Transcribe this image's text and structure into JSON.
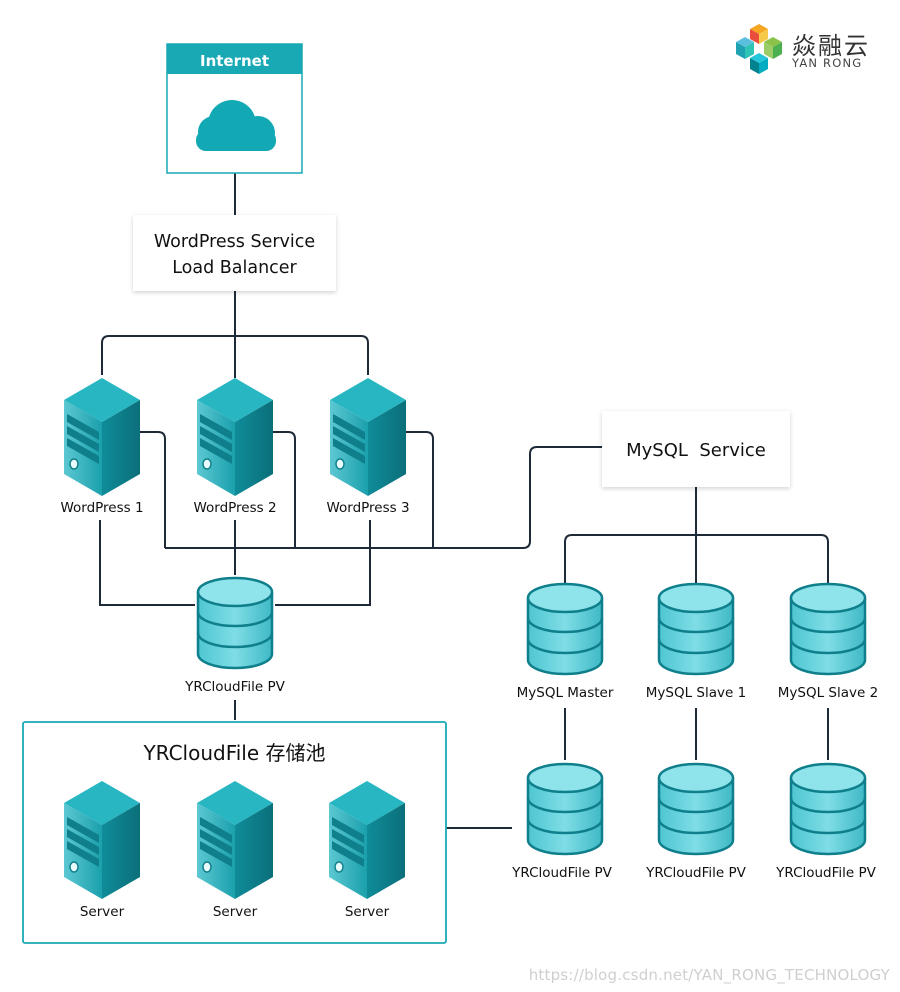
{
  "brand": {
    "name_cn": "焱融云",
    "name_en": "YAN RONG"
  },
  "internet": {
    "label": "Internet"
  },
  "load_balancer": {
    "line1": "WordPress Service",
    "line2": "Load Balancer"
  },
  "mysql_service": {
    "label": "MySQL  Service"
  },
  "wordpress_nodes": [
    "WordPress 1",
    "WordPress 2",
    "WordPress 3"
  ],
  "wordpress_pv": {
    "label": "YRCloudFile PV"
  },
  "storage_pool": {
    "title": "YRCloudFile 存储池",
    "servers": [
      "Server",
      "Server",
      "Server"
    ]
  },
  "mysql_nodes": [
    "MySQL Master",
    "MySQL Slave 1",
    "MySQL Slave 2"
  ],
  "mysql_pvs": [
    "YRCloudFile PV",
    "YRCloudFile PV",
    "YRCloudFile PV"
  ],
  "watermark": "https://blog.csdn.net/YAN_RONG_TECHNOLOGY",
  "colors": {
    "teal": "#16a7b3",
    "teal_light": "#6fd3dd",
    "line": "#1e2a38"
  }
}
